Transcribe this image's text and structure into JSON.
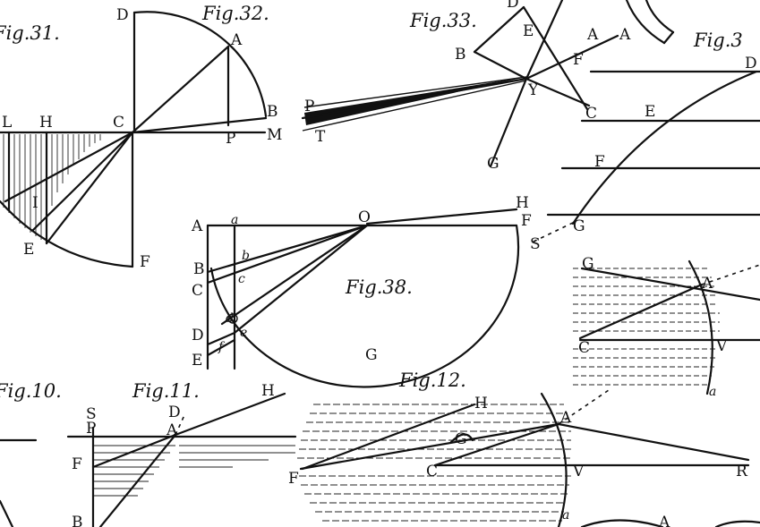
{
  "figures": {
    "fig31": "Fig.31.",
    "fig32": "Fig.32.",
    "fig33": "Fig.33.",
    "fig34": "Fig.3",
    "fig38": "Fig.38.",
    "fig10": "Fig.10.",
    "fig11": "Fig.11.",
    "fig12": "Fig.12."
  },
  "labels": {
    "f32": {
      "D": "D",
      "A": "A",
      "B": "B",
      "P": "P",
      "M": "M",
      "C": "C",
      "F": "F"
    },
    "f31": {
      "L": "L",
      "H": "H",
      "I": "I",
      "E": "E"
    },
    "f33": {
      "D": "D",
      "E": "E",
      "A": "A",
      "A2": "A",
      "B": "B",
      "F": "F",
      "Y": "Y",
      "P": "P",
      "T": "T",
      "C": "C",
      "G": "G"
    },
    "f34": {
      "D": "D",
      "E": "E",
      "F": "F",
      "G": "G",
      "S": "S"
    },
    "f38": {
      "A": "A",
      "a": "a",
      "O": "O",
      "H": "H",
      "F": "F",
      "B": "B",
      "b": "b",
      "C": "C",
      "c": "c",
      "d": "d",
      "D": "D",
      "E": "E",
      "e": "e",
      "f": "f",
      "G": "G"
    },
    "f35": {
      "G": "G",
      "A": "A",
      "C": "C",
      "V": "V",
      "a": "a"
    },
    "f11": {
      "S": "S",
      "P": "P",
      "D": "D",
      "H": "H",
      "F": "F",
      "A": "A",
      "B": "B"
    },
    "f12": {
      "H": "H",
      "A": "A",
      "F": "F",
      "C": "C",
      "V": "V",
      "R": "R",
      "a": "a",
      "G": "G"
    },
    "bottom": {
      "A": "A"
    }
  }
}
